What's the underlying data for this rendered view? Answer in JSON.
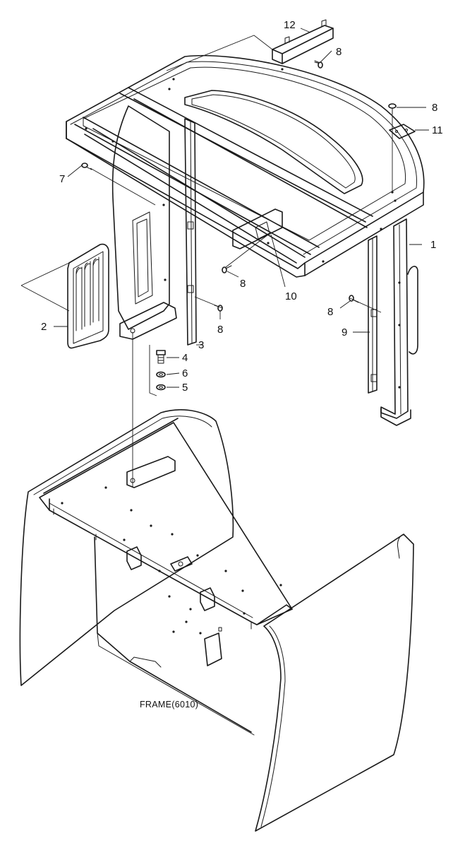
{
  "callouts": {
    "c1": "1",
    "c2": "2",
    "c3": "3",
    "c4": "4",
    "c5": "5",
    "c6": "6",
    "c7": "7",
    "c8a": "8",
    "c8b": "8",
    "c8c": "8",
    "c8d": "8",
    "c8e": "8",
    "c9": "9",
    "c10": "10",
    "c11": "11",
    "c12": "12"
  },
  "frame_label": "FRAME(6010)"
}
